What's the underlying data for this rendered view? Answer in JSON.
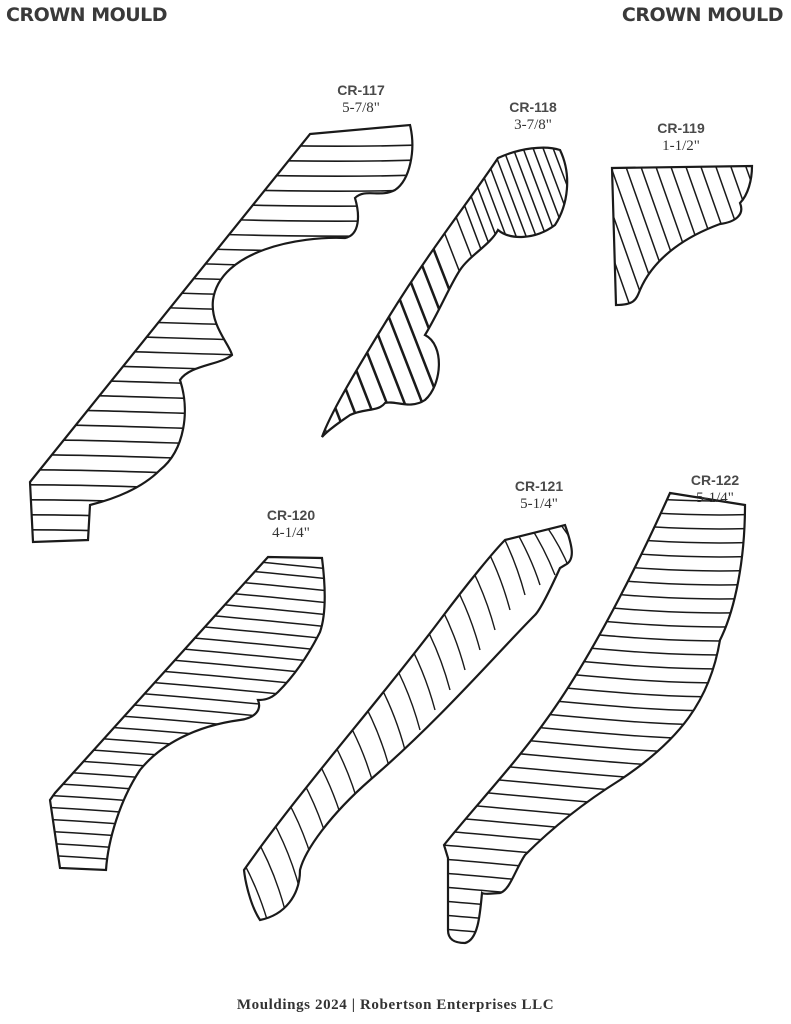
{
  "header": {
    "left_title": "CROWN MOULD",
    "right_title": "CROWN MOULD"
  },
  "profiles": [
    {
      "code": "CR-117",
      "size": "5-7/8\""
    },
    {
      "code": "CR-118",
      "size": "3-7/8\""
    },
    {
      "code": "CR-119",
      "size": "1-1/2\""
    },
    {
      "code": "CR-120",
      "size": "4-1/4\""
    },
    {
      "code": "CR-121",
      "size": "5-1/4\""
    },
    {
      "code": "CR-122",
      "size": "5-1/4\""
    }
  ],
  "footer": {
    "text": "Mouldings 2024  |  Robertson Enterprises LLC"
  },
  "colors": {
    "ink": "#1a1a1a",
    "background": "#ffffff"
  }
}
